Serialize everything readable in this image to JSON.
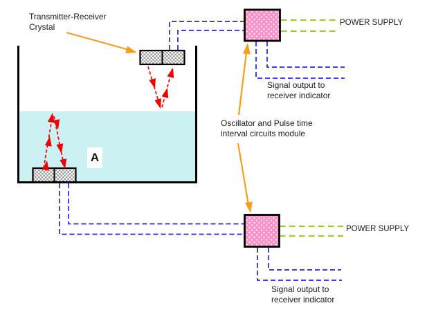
{
  "labels": {
    "transmitter_crystal": "Transmitter-Receiver\nCrystal",
    "oscillator_module": "Oscillator and Pulse time\ninterval circuits module",
    "power_supply_top": "POWER SUPPLY",
    "power_supply_bottom": "POWER SUPPLY",
    "signal_output_top": "Signal output to\nreceiver indicator",
    "signal_output_bottom": "Signal output to\nreceiver indicator",
    "point_a": "A"
  },
  "colors": {
    "wire_blue": "#1e22fb",
    "power_green": "#a0c832",
    "pointer_orange": "#f99d1c",
    "wave_red": "#f20000",
    "liquid_cyan": "#cbf1f2",
    "module_pink": "#f88fc6",
    "module_pink_light": "#fcd9eb",
    "crystal_gray": "#9c9c9c",
    "outline_black": "#000000"
  }
}
